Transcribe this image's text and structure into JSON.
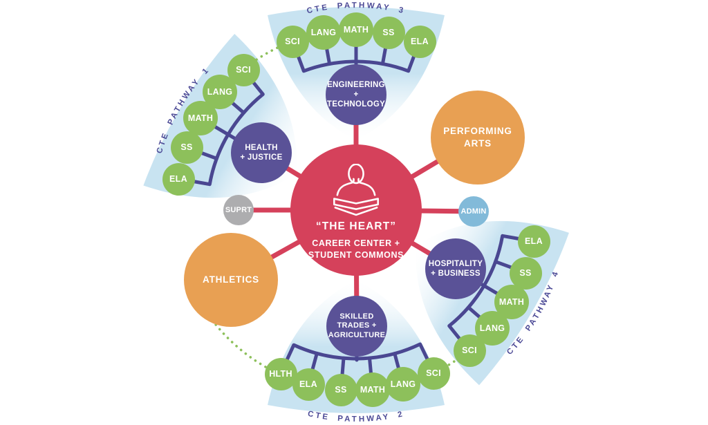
{
  "colors": {
    "heart-red": "#D5415B",
    "dept-purple": "#5A5297",
    "green": "#8DC05B",
    "orange": "#E8A053",
    "admin-blue": "#82BAD9",
    "suprt-gray": "#ADADAF",
    "petal-blue": "#C8E3F1",
    "bracket-purple": "#4A4791",
    "label-purple": "#4C4A96"
  },
  "center": {
    "icon": "person-reading-book-icon",
    "title": "“THE HEART”",
    "subtitle": "CAREER CENTER +\nSTUDENT COMMONS"
  },
  "hubs": [
    {
      "id": "performing-arts",
      "label": "PERFORMING\nARTS"
    },
    {
      "id": "athletics",
      "label": "ATHLETICS"
    }
  ],
  "support": [
    {
      "id": "suprt",
      "label": "SUPRT"
    },
    {
      "id": "admin",
      "label": "ADMIN"
    }
  ],
  "pathways": [
    {
      "name": "CTE PATHWAY 1",
      "department": "HEALTH\n+ JUSTICE",
      "subjects": [
        "SCI",
        "LANG",
        "MATH",
        "SS",
        "ELA"
      ]
    },
    {
      "name": "CTE PATHWAY 2",
      "department": "SKILLED\nTRADES +\nAGRICULTURE",
      "subjects": [
        "HLTH",
        "ELA",
        "SS",
        "MATH",
        "LANG",
        "SCI"
      ]
    },
    {
      "name": "CTE PATHWAY 3",
      "department": "ENGINEERING\n+\nTECHNOLOGY",
      "subjects": [
        "SCI",
        "LANG",
        "MATH",
        "SS",
        "ELA"
      ]
    },
    {
      "name": "CTE PATHWAY 4",
      "department": "HOSPITALITY\n+ BUSINESS",
      "subjects": [
        "ELA",
        "SS",
        "MATH",
        "LANG",
        "SCI"
      ]
    }
  ]
}
